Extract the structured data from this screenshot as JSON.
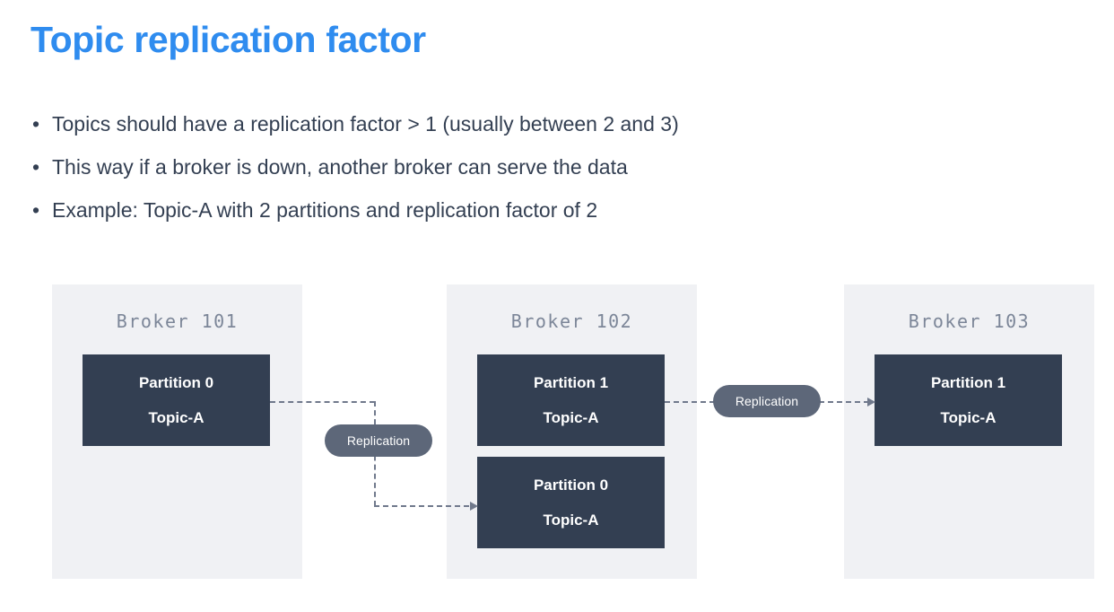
{
  "slide": {
    "title": "Topic replication factor",
    "bullet_marker": "•",
    "bullets": [
      "Topics should have a replication factor > 1 (usually between 2 and 3)",
      "This way if a broker is down, another broker can serve the data",
      "Example: Topic-A with 2 partitions and replication factor of 2"
    ]
  },
  "colors": {
    "title": "#2f8cef",
    "body_text": "#333f52",
    "panel_bg": "#f0f1f4",
    "partition_bg": "#333f52",
    "partition_text": "#ffffff",
    "broker_label": "#7c8698",
    "connector": "#70798c",
    "pill_bg": "#5d6779"
  },
  "diagram": {
    "brokers": [
      {
        "label": "Broker 101",
        "partitions": [
          {
            "partition": "Partition 0",
            "topic": "Topic-A"
          }
        ]
      },
      {
        "label": "Broker 102",
        "partitions": [
          {
            "partition": "Partition 1",
            "topic": "Topic-A"
          },
          {
            "partition": "Partition 0",
            "topic": "Topic-A"
          }
        ]
      },
      {
        "label": "Broker 103",
        "partitions": [
          {
            "partition": "Partition 1",
            "topic": "Topic-A"
          }
        ]
      }
    ],
    "pills": [
      {
        "label": "Replication"
      },
      {
        "label": "Replication"
      }
    ]
  }
}
